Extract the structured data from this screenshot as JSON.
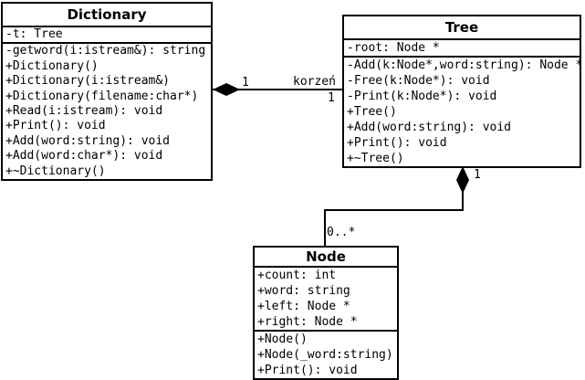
{
  "classes": {
    "dictionary": {
      "name": "Dictionary",
      "attributes": [
        "-t: Tree"
      ],
      "methods": [
        "-getword(i:istream&): string",
        "+Dictionary()",
        "+Dictionary(i:istream&)",
        "+Dictionary(filename:char*)",
        "+Read(i:istream): void",
        "+Print(): void",
        "+Add(word:string): void",
        "+Add(word:char*): void",
        "+~Dictionary()"
      ]
    },
    "tree": {
      "name": "Tree",
      "attributes": [
        "-root: Node *"
      ],
      "methods": [
        "-Add(k:Node*,word:string): Node *",
        "-Free(k:Node*): void",
        "-Print(k:Node*): void",
        "+Tree()",
        "+Add(word:string): void",
        "+Print(): void",
        "+~Tree()"
      ]
    },
    "node": {
      "name": "Node",
      "attributes": [
        "+count: int",
        "+word: string",
        "+left: Node *",
        "+right: Node *"
      ],
      "methods": [
        "+Node()",
        "+Node(_word:string)",
        "+Print(): void"
      ]
    }
  },
  "relations": {
    "dictionary_tree": {
      "type": "composition",
      "dictionary_multiplicity": "1",
      "role": "korzeń",
      "tree_multiplicity": "1"
    },
    "tree_node": {
      "type": "composition",
      "tree_multiplicity": "1",
      "node_multiplicity": "0..*"
    }
  },
  "colors": {
    "line": "#000000",
    "text": "#000000",
    "fill": "#ffffff",
    "background": "#ffffff"
  }
}
